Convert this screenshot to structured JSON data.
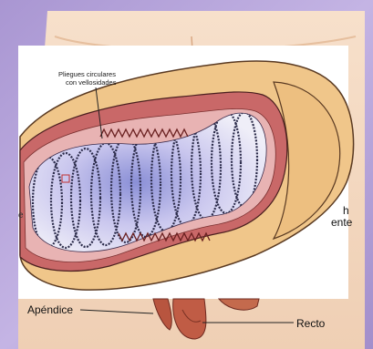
{
  "labels": {
    "pliegues_line1": "Pliegues circulares",
    "pliegues_line2": "con vellosidades",
    "apendice": "Apéndice",
    "recto": "Recto",
    "partial_right_1": "h",
    "partial_right_2": "ente",
    "partial_left": "e"
  },
  "colors": {
    "background_lavender": "#b9a7d9",
    "skin": "#f4d8bf",
    "tube_tan": "#f1c98c",
    "wall_red": "#c96a6a",
    "inner_pink": "#e8b2b2",
    "mucosa_white": "#f3f3f7",
    "fold_dark": "#2b2b4a",
    "bowel_red": "#b4503c"
  }
}
